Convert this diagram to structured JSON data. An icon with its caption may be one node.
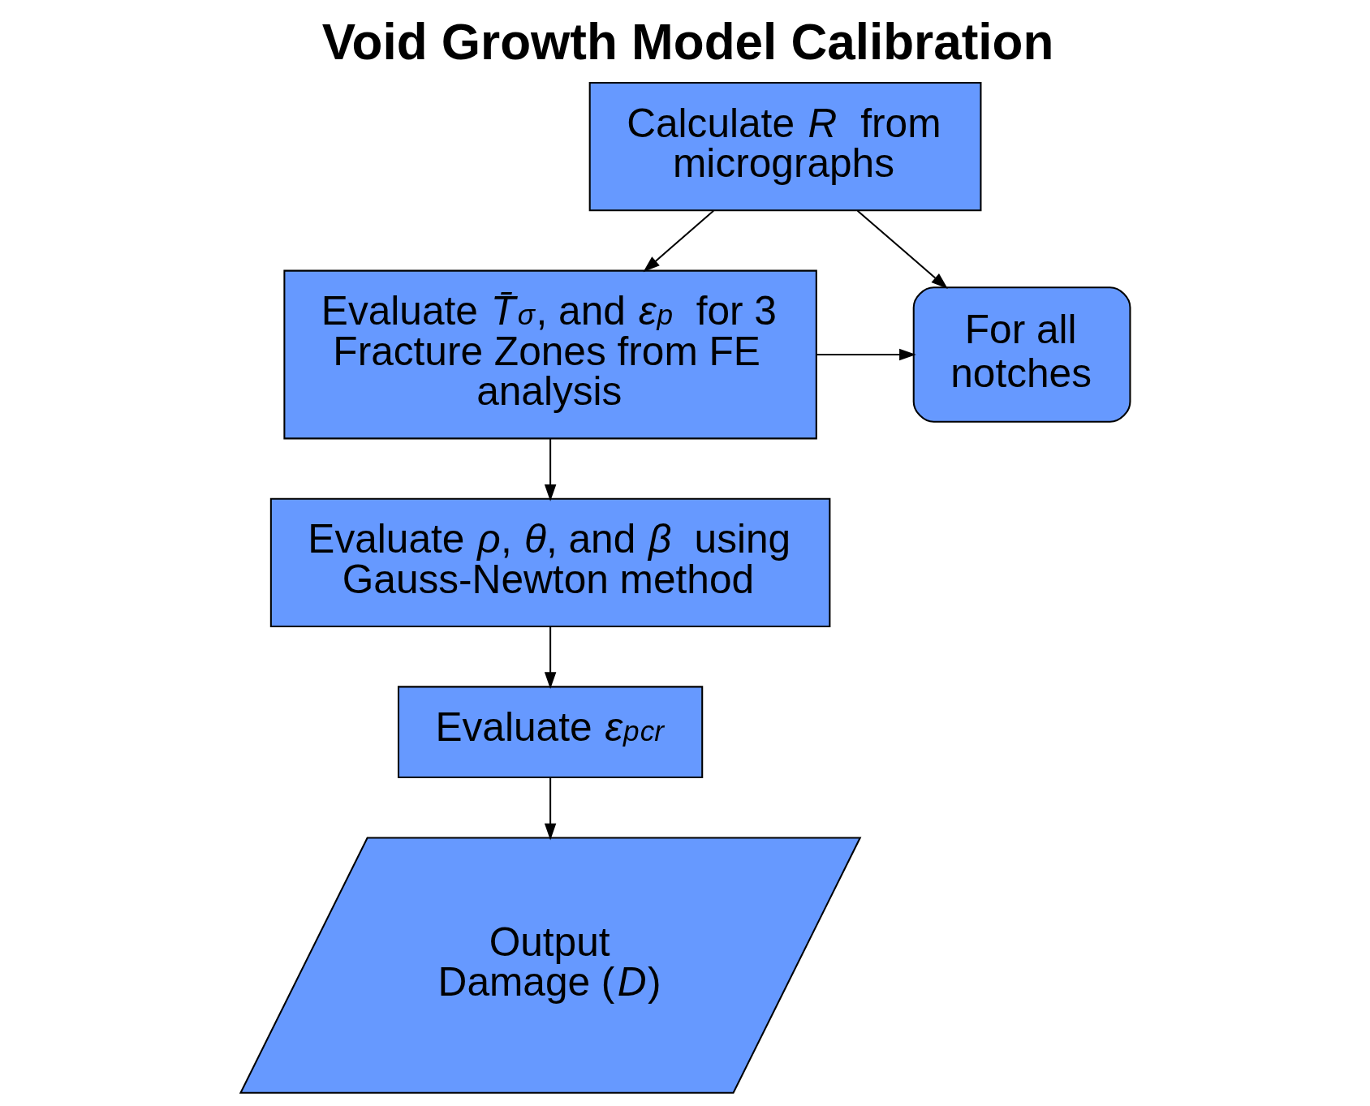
{
  "diagram": {
    "title": "Void Growth Model Calibration",
    "nodes": [
      {
        "text": [
          "Calculate *R* from micrographs"
        ]
      },
      {
        "text": [
          "Evaluate *T̄*$_{σ}$, and *ε*$_{p}$ for 3 Fracture Zones from FE analysis"
        ]
      },
      {
        "text": [
          "For all notches"
        ]
      },
      {
        "text": [
          "Evaluate *ρ*, *θ*, and *β* using Gauss-Newton method"
        ]
      },
      {
        "text": [
          "Evaluate *ε*$_{p}$$^{cr}$"
        ]
      },
      {
        "text": [
          "Output Damage (*D*)"
        ]
      }
    ],
    "edges": [
      {
        "from": 0,
        "to": 1,
        "arrow": "to"
      },
      {
        "from": 0,
        "to": 2,
        "arrow": "to"
      },
      {
        "from": 1,
        "to": 3,
        "arrow": "to"
      },
      {
        "from": 1,
        "to": 2,
        "arrow": "to"
      },
      {
        "from": 3,
        "to": 4,
        "arrow": "to"
      },
      {
        "from": 4,
        "to": 5,
        "arrow": "to"
      }
    ]
  }
}
